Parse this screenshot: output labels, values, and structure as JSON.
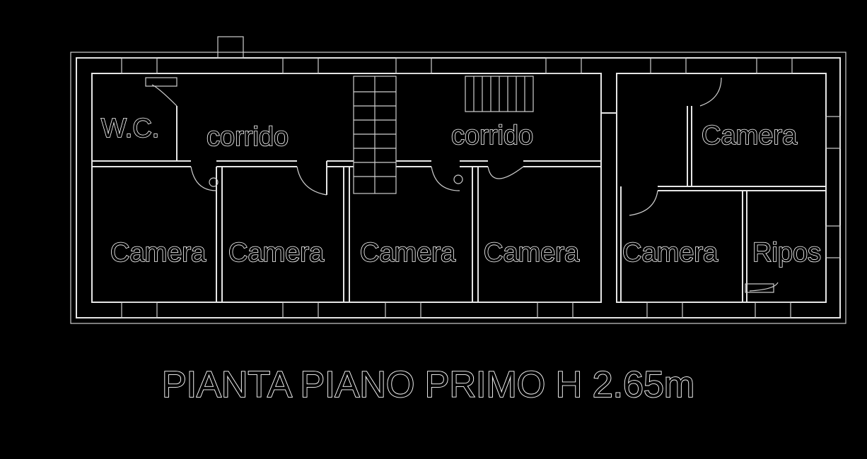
{
  "colors": {
    "background": "#000000",
    "lines": "#e6e6e6"
  },
  "plan": {
    "title": "PIANTA PIANO PRIMO H 2.65m",
    "rooms": {
      "wc": "W.C.",
      "corridor_left": "corrido",
      "corridor_right": "corrido",
      "camera_top_right": "Camera",
      "camera_1": "Camera",
      "camera_2": "Camera",
      "camera_3": "Camera",
      "camera_4": "Camera",
      "camera_5": "Camera",
      "ripos": "Ripos"
    }
  }
}
